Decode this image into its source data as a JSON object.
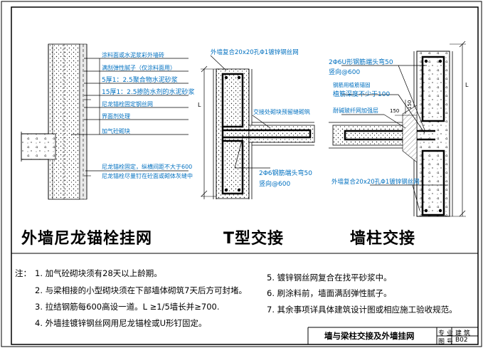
{
  "panel1": {
    "title": "外墙尼龙锚栓挂网",
    "callouts": [
      "涂料面或水泥浆彩外墙砖",
      "满刮弹性腻子（仅涂料面用）",
      "5厚1：2.5聚合物水泥砂浆",
      "15厚1：2.5掺防水剂的水泥砂浆",
      "尼龙锚栓固定钢丝网",
      "界面剂处理",
      "加气砼砌块"
    ],
    "anchor_notes": [
      "尼龙锚栓固定，纵横间距不大于600",
      "尼龙锚栓尽量钉在砼面或砌体灰缝中"
    ]
  },
  "panel2": {
    "title": "T型交接",
    "top_label": "外墙复合20x20孔Φ1镀锌钢丝网",
    "mid_label": "交接处砌块预留缝砌筑",
    "rebar_label_1": "2Φ6钢筋端头弯50",
    "rebar_label_2": "竖向@600",
    "dim_L": "L"
  },
  "panel3": {
    "title": "墙柱交接",
    "rebar_label_1": "2Φ6U形钢筋端头弯50",
    "rebar_label_2": "竖向@600",
    "rebar_label_3": "钢筋用植筋锚固",
    "rebar_label_4": "植筋深度不少于100",
    "ref_label": "耐碱玻纤网加强层",
    "dim_150a": "150",
    "dim_150b": "150",
    "bottom_label": "外墙复合20x20孔Φ1镀锌钢丝网",
    "dim_L": "L"
  },
  "notes": {
    "prefix": "注：",
    "left": [
      "1. 加气砼砌块须有28天以上龄期。",
      "2. 与梁相接的小型砌块须在下部墙体砌筑7天后方可封堵。",
      "3. 拉结钢筋每600高设一道。L ≥1/5墙长并≥700.",
      "4. 外墙挂镀锌钢丝网用尼龙锚栓或U形钉固定。"
    ],
    "right": [
      "5. 镀锌钢丝网复合在找平砂浆中。",
      "6. 刷涂料前，墙面满刮弹性腻子。",
      "7. 其余事项详具体建筑设计图或相应施工验收规范。"
    ]
  },
  "title_block": {
    "name": "墙与梁柱交接及外墙挂网",
    "spec_label": "专 业",
    "spec_value": "建 筑",
    "sheet_label": "图 号",
    "sheet_value": "B02"
  }
}
